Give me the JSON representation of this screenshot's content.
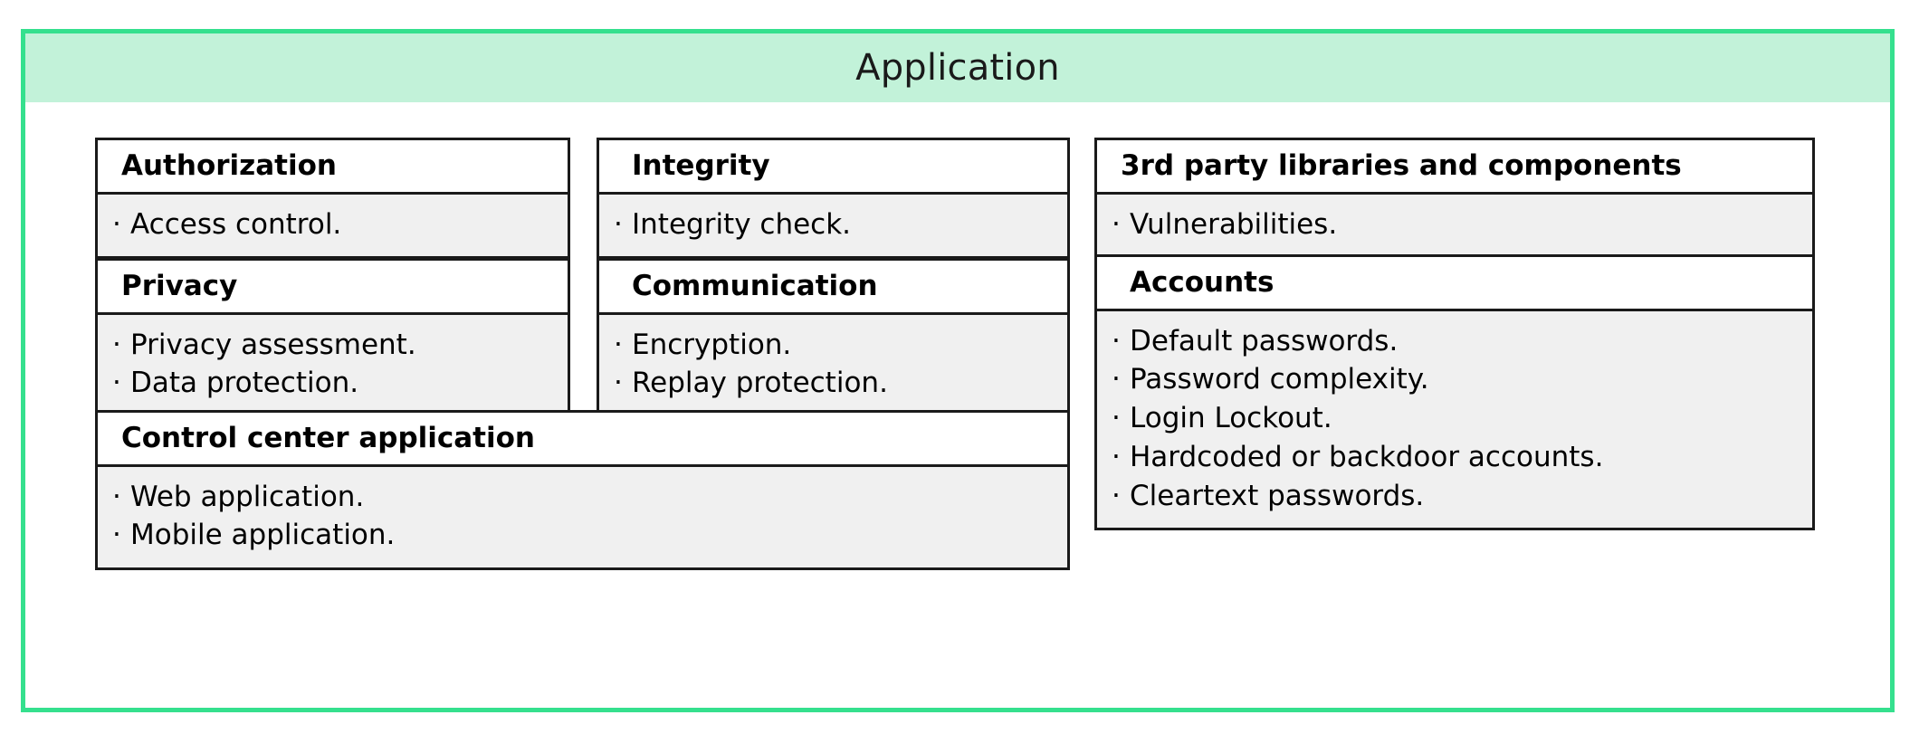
{
  "header": {
    "title": "Application"
  },
  "colors": {
    "frame_border": "#35e08e",
    "header_fill": "#c2f2d9",
    "card_border": "#1a1a1a",
    "card_title_bg": "#ffffff",
    "card_body_bg": "#f0f0f0",
    "text": "#000000",
    "page_bg": "#ffffff"
  },
  "bullet_glyph": "·",
  "cards": [
    {
      "id": "authorization",
      "title": "Authorization",
      "items": [
        "Access control."
      ]
    },
    {
      "id": "integrity",
      "title": "Integrity",
      "items": [
        "Integrity check."
      ]
    },
    {
      "id": "thirdparty",
      "title": "3rd party libraries and components",
      "items": [
        "Vulnerabilities."
      ]
    },
    {
      "id": "privacy",
      "title": "Privacy",
      "items": [
        "Privacy assessment.",
        "Data protection."
      ]
    },
    {
      "id": "communication",
      "title": "Communication",
      "items": [
        "Encryption.",
        "Replay protection."
      ]
    },
    {
      "id": "accounts",
      "title": "Accounts",
      "items": [
        "Default passwords.",
        "Password complexity.",
        "Login Lockout.",
        "Hardcoded or backdoor accounts.",
        "Cleartext passwords."
      ]
    },
    {
      "id": "controlcenter",
      "title": "Control center application",
      "items": [
        "Web application.",
        "Mobile application."
      ]
    }
  ]
}
